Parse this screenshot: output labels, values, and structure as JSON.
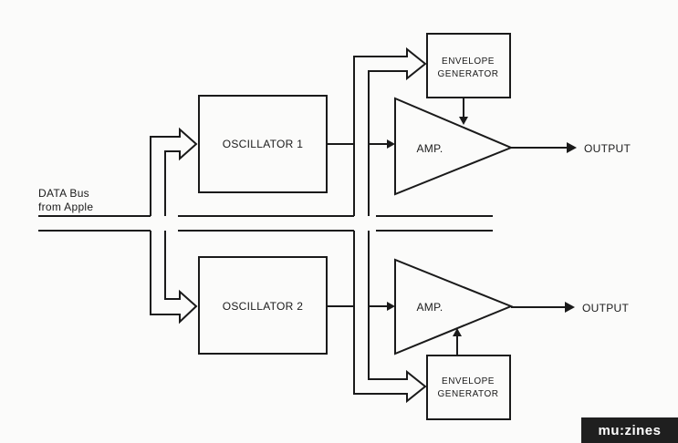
{
  "diagram": {
    "bus_label_line1": "DATA Bus",
    "bus_label_line2": "from Apple",
    "oscillator_1": "OSCILLATOR 1",
    "oscillator_2": "OSCILLATOR 2",
    "amp_1": "AMP.",
    "amp_2": "AMP.",
    "envelope_1_line1": "ENVELOPE",
    "envelope_1_line2": "GENERATOR",
    "envelope_2_line1": "ENVELOPE",
    "envelope_2_line2": "GENERATOR",
    "output_1": "OUTPUT",
    "output_2": "OUTPUT"
  },
  "watermark": "mu:zines"
}
